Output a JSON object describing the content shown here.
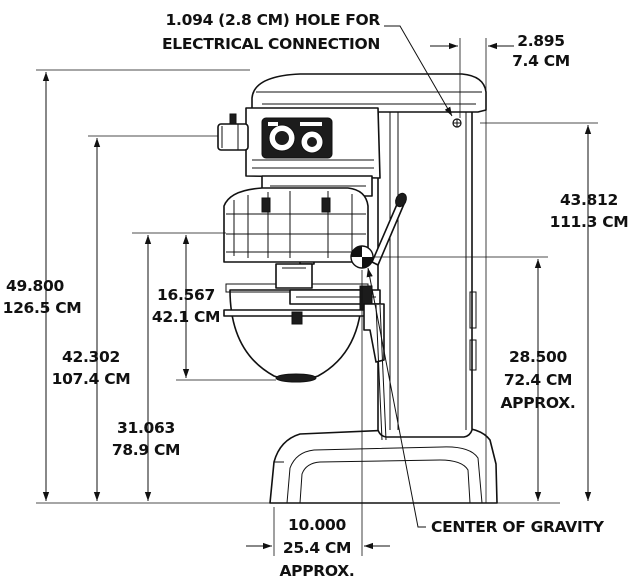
{
  "colors": {
    "line": "#111111",
    "background": "#ffffff",
    "fill_dark": "#1c1c1c"
  },
  "callouts": {
    "hole_line1": "1.094 (2.8 CM) HOLE FOR",
    "hole_line2": "ELECTRICAL CONNECTION",
    "center_of_gravity": "CENTER OF GRAVITY"
  },
  "dimensions": {
    "back_offset": {
      "in": "2.895",
      "cm": "7.4 CM"
    },
    "overall_height": {
      "in": "49.800",
      "cm": "126.5 CM"
    },
    "hub_height": {
      "in": "42.302",
      "cm": "107.4 CM"
    },
    "bowl_height": {
      "in": "16.567",
      "cm": "42.1 CM"
    },
    "bowl_top_height": {
      "in": "31.063",
      "cm": "78.9 CM"
    },
    "hole_height": {
      "in": "43.812",
      "cm": "111.3 CM"
    },
    "cog_height": {
      "in": "28.500",
      "cm": "72.4 CM",
      "note": "APPROX."
    },
    "cog_horizontal": {
      "in": "10.000",
      "cm": "25.4 CM",
      "note": "APPROX."
    }
  }
}
